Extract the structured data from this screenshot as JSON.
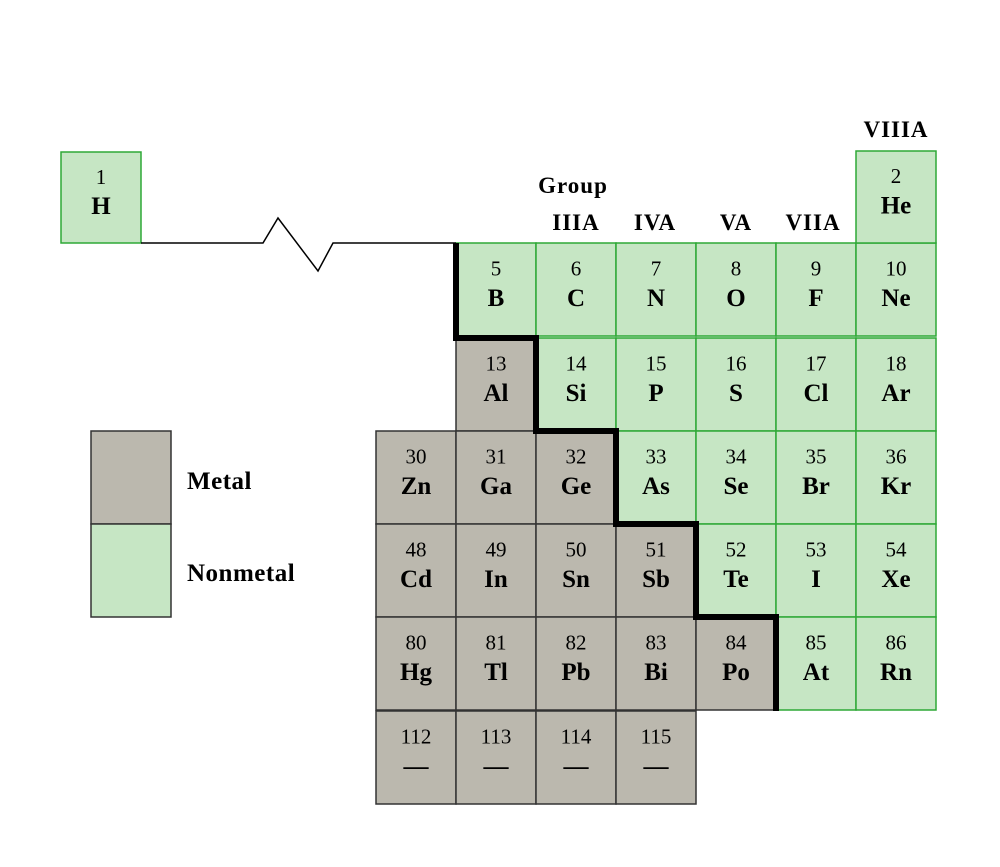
{
  "colors": {
    "metal": "#bbb8ae",
    "nonmetal": "#c6e6c4",
    "metal_border": "#333333",
    "nonmetal_border": "#2ea836"
  },
  "headers": {
    "group": "Group",
    "groups": [
      {
        "label": "IIIA",
        "col": 1
      },
      {
        "label": "IVA",
        "col": 2
      },
      {
        "label": "VA",
        "col": 3
      },
      {
        "label": "VIIA",
        "col": 4
      },
      {
        "label": "VIIIA",
        "col": 5
      }
    ]
  },
  "legend": {
    "metal": "Metal",
    "nonmetal": "Nonmetal"
  },
  "hydrogen": {
    "number": "1",
    "symbol": "H",
    "type": "nonmetal"
  },
  "helium": {
    "number": "2",
    "symbol": "He",
    "type": "nonmetal"
  },
  "rows": [
    [
      null,
      {
        "number": "5",
        "symbol": "B",
        "type": "nonmetal"
      },
      {
        "number": "6",
        "symbol": "C",
        "type": "nonmetal"
      },
      {
        "number": "7",
        "symbol": "N",
        "type": "nonmetal"
      },
      {
        "number": "8",
        "symbol": "O",
        "type": "nonmetal"
      },
      {
        "number": "9",
        "symbol": "F",
        "type": "nonmetal"
      },
      {
        "number": "10",
        "symbol": "Ne",
        "type": "nonmetal"
      }
    ],
    [
      null,
      {
        "number": "13",
        "symbol": "Al",
        "type": "metal"
      },
      {
        "number": "14",
        "symbol": "Si",
        "type": "nonmetal"
      },
      {
        "number": "15",
        "symbol": "P",
        "type": "nonmetal"
      },
      {
        "number": "16",
        "symbol": "S",
        "type": "nonmetal"
      },
      {
        "number": "17",
        "symbol": "Cl",
        "type": "nonmetal"
      },
      {
        "number": "18",
        "symbol": "Ar",
        "type": "nonmetal"
      }
    ],
    [
      {
        "number": "30",
        "symbol": "Zn",
        "type": "metal"
      },
      {
        "number": "31",
        "symbol": "Ga",
        "type": "metal"
      },
      {
        "number": "32",
        "symbol": "Ge",
        "type": "metal"
      },
      {
        "number": "33",
        "symbol": "As",
        "type": "nonmetal"
      },
      {
        "number": "34",
        "symbol": "Se",
        "type": "nonmetal"
      },
      {
        "number": "35",
        "symbol": "Br",
        "type": "nonmetal"
      },
      {
        "number": "36",
        "symbol": "Kr",
        "type": "nonmetal"
      }
    ],
    [
      {
        "number": "48",
        "symbol": "Cd",
        "type": "metal"
      },
      {
        "number": "49",
        "symbol": "In",
        "type": "metal"
      },
      {
        "number": "50",
        "symbol": "Sn",
        "type": "metal"
      },
      {
        "number": "51",
        "symbol": "Sb",
        "type": "metal"
      },
      {
        "number": "52",
        "symbol": "Te",
        "type": "nonmetal"
      },
      {
        "number": "53",
        "symbol": "I",
        "type": "nonmetal"
      },
      {
        "number": "54",
        "symbol": "Xe",
        "type": "nonmetal"
      }
    ],
    [
      {
        "number": "80",
        "symbol": "Hg",
        "type": "metal"
      },
      {
        "number": "81",
        "symbol": "Tl",
        "type": "metal"
      },
      {
        "number": "82",
        "symbol": "Pb",
        "type": "metal"
      },
      {
        "number": "83",
        "symbol": "Bi",
        "type": "metal"
      },
      {
        "number": "84",
        "symbol": "Po",
        "type": "metal"
      },
      {
        "number": "85",
        "symbol": "At",
        "type": "nonmetal"
      },
      {
        "number": "86",
        "symbol": "Rn",
        "type": "nonmetal"
      }
    ],
    [
      {
        "number": "112",
        "symbol": "—",
        "type": "metal"
      },
      {
        "number": "113",
        "symbol": "—",
        "type": "metal"
      },
      {
        "number": "114",
        "symbol": "—",
        "type": "metal"
      },
      {
        "number": "115",
        "symbol": "—",
        "type": "metal"
      }
    ]
  ]
}
